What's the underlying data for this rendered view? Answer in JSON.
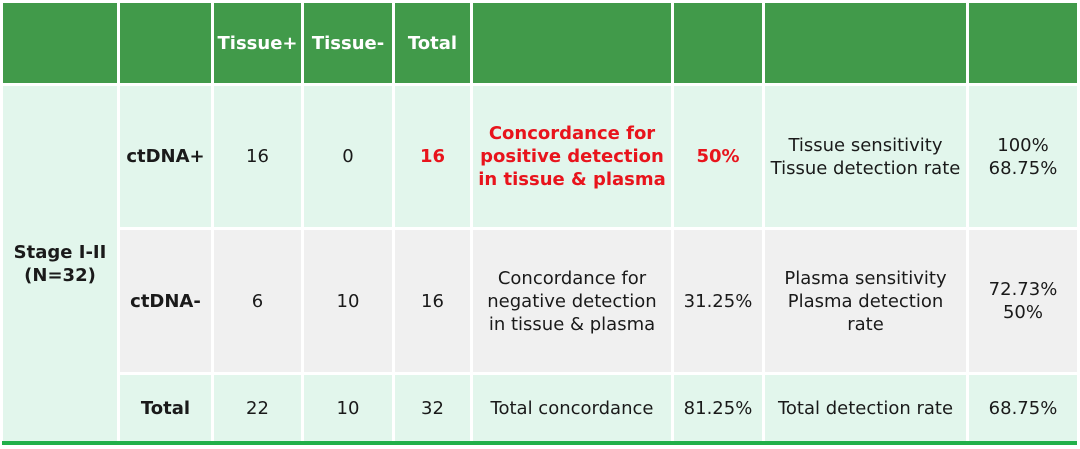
{
  "header": [
    "",
    "",
    "Tissue+",
    "Tissue-",
    "Total",
    "",
    "",
    "",
    ""
  ],
  "stage": "Stage I-II\n(N=32)",
  "rows": [
    {
      "label": "ctDNA+",
      "tissue_pos": "16",
      "tissue_neg": "0",
      "total": "16",
      "concordance": "Concordance for\npositive detection\nin tissue & plasma",
      "concordance_value": "50%",
      "metric": "Tissue sensitivity\nTissue detection rate",
      "metric_value": "100%\n68.75%"
    },
    {
      "label": "ctDNA-",
      "tissue_pos": "6",
      "tissue_neg": "10",
      "total": "16",
      "concordance": "Concordance for\nnegative detection\nin tissue & plasma",
      "concordance_value": "31.25%",
      "metric": "Plasma sensitivity\nPlasma detection\nrate",
      "metric_value": "72.73%\n50%"
    }
  ],
  "total_row": {
    "label": "Total",
    "tissue_pos": "22",
    "tissue_neg": "10",
    "total": "32",
    "concordance": "Total concordance",
    "concordance_value": "81.25%",
    "metric": "Total detection rate",
    "metric_value": "68.75%"
  },
  "colors": {
    "header_bg": "#419a4a",
    "light_cell": "#e2f6ec",
    "gray_cell": "#f0f0f0",
    "highlight_text": "#e8141c",
    "bottom_rule": "#21b04a"
  }
}
